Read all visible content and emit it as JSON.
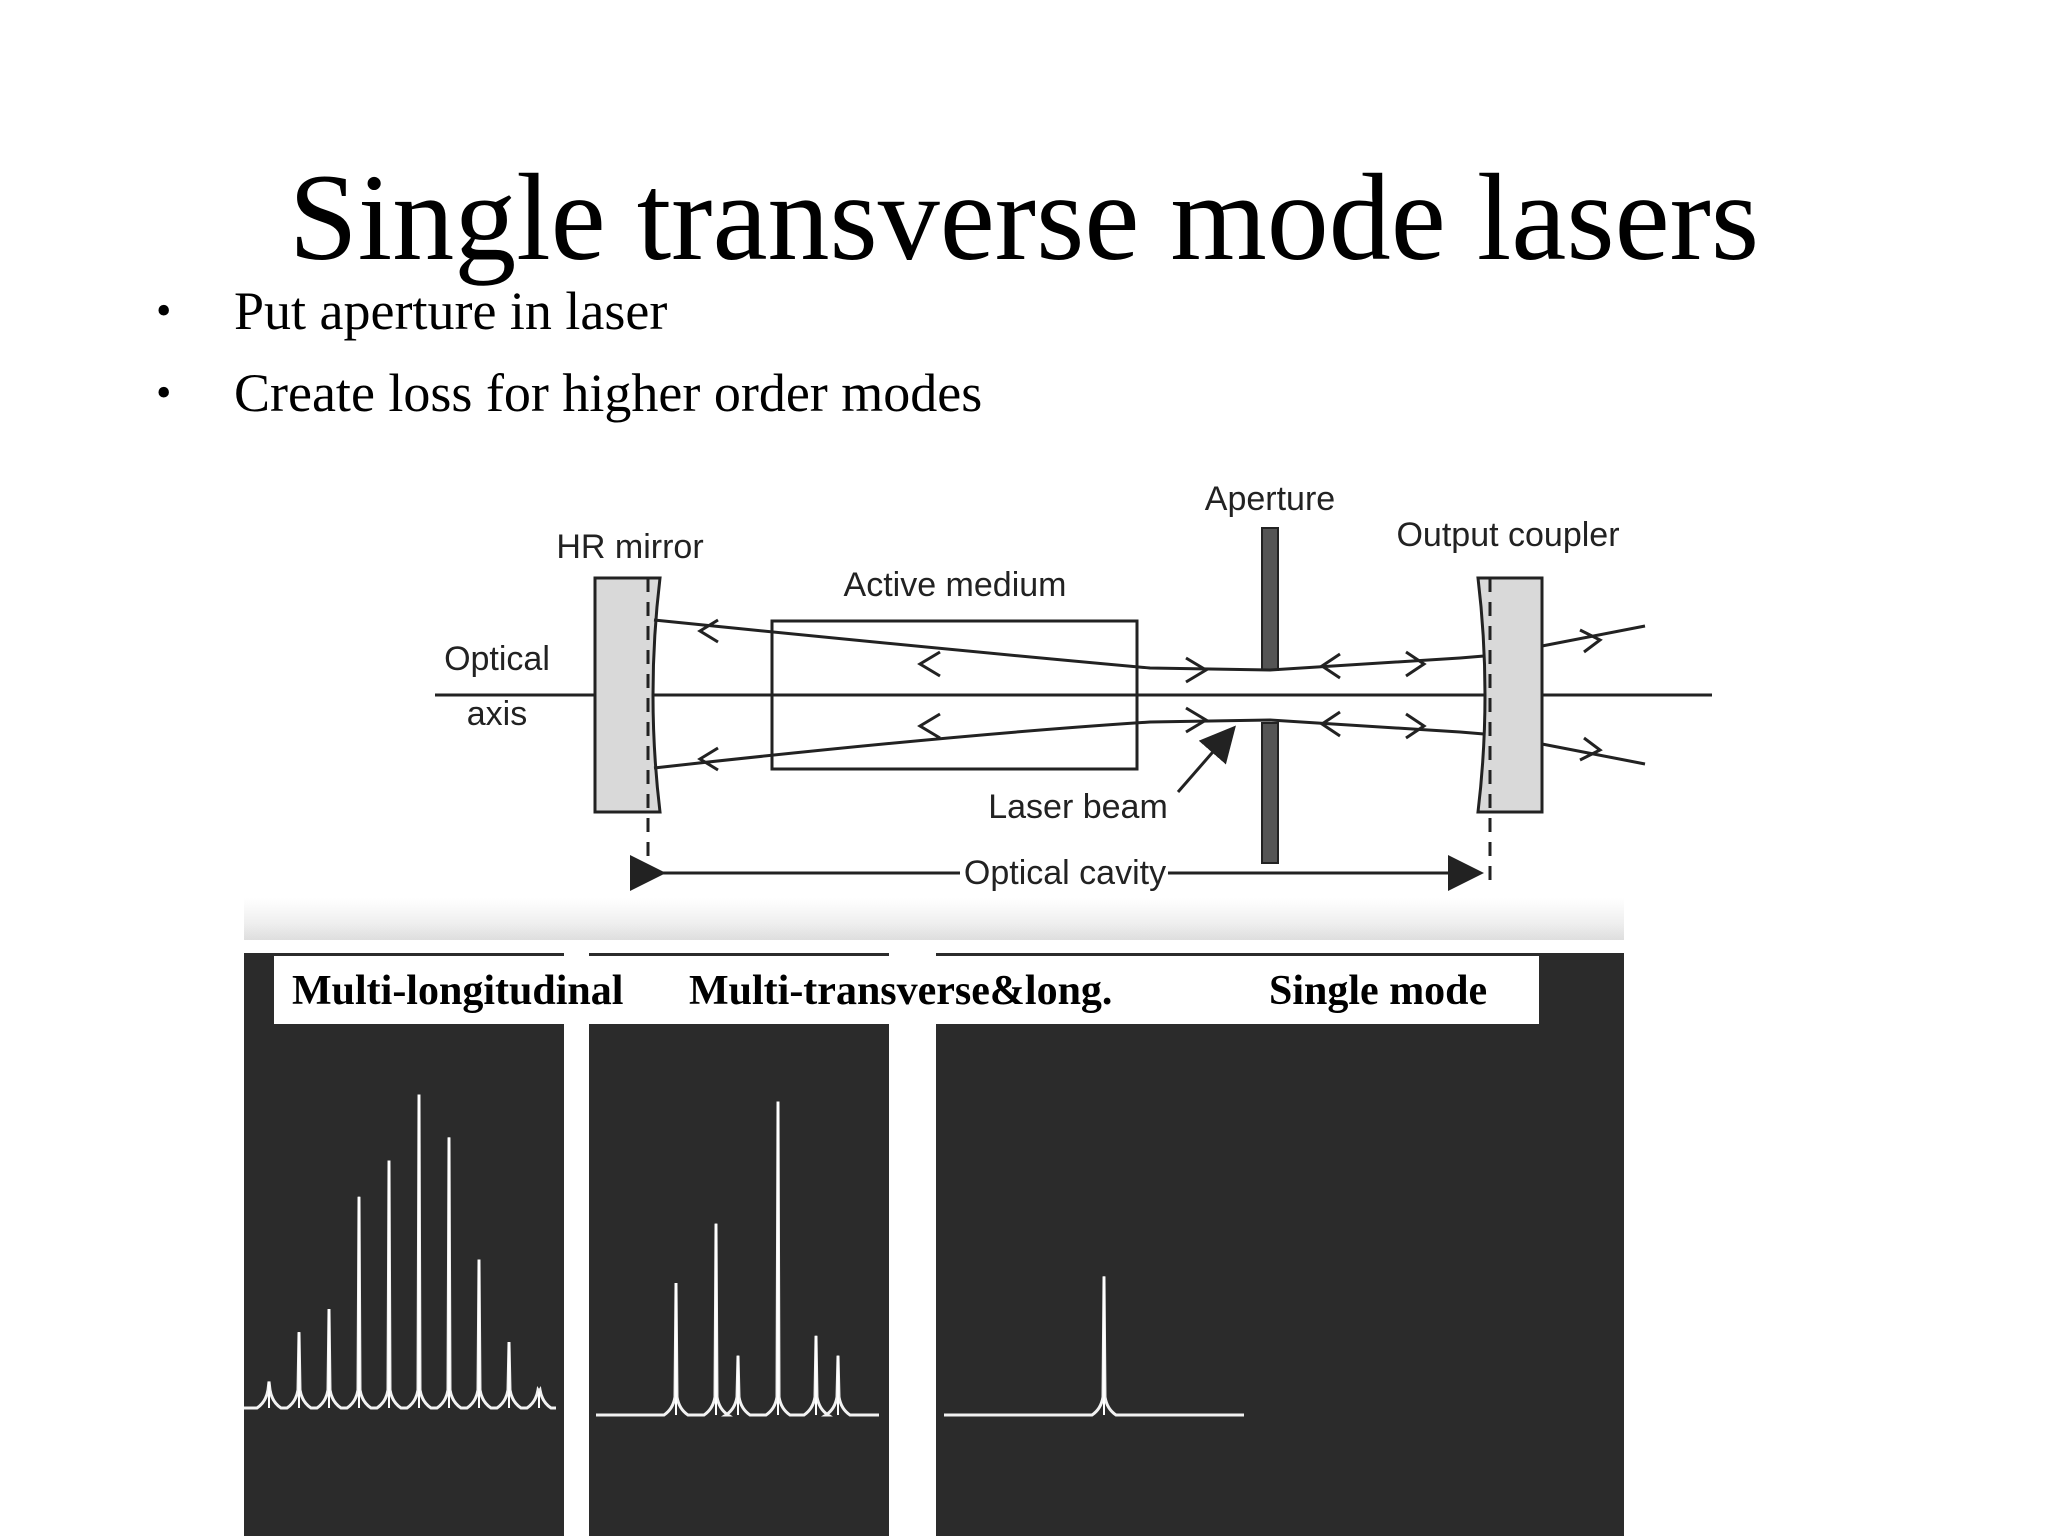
{
  "slide": {
    "title": "Single transverse mode lasers",
    "bullets": [
      "Put aperture in laser",
      "Create loss for higher order modes"
    ]
  },
  "diagram": {
    "labels": {
      "hr_mirror": "HR mirror",
      "active_medium": "Active medium",
      "aperture": "Aperture",
      "output_coupler": "Output coupler",
      "optical_axis_line1": "Optical",
      "optical_axis_line2": "axis",
      "laser_beam": "Laser beam",
      "optical_cavity": "Optical cavity"
    }
  },
  "spectra": {
    "panels": [
      {
        "label": "Multi-longitudinal",
        "peak_heights": [
          0.08,
          0.23,
          0.3,
          0.64,
          0.75,
          0.95,
          0.82,
          0.45,
          0.2,
          0.05
        ]
      },
      {
        "label": "Multi-transverse&long.",
        "peak_heights": [
          0.4,
          0.58,
          0.18,
          0.95,
          0.24,
          0.18
        ]
      },
      {
        "label": "Single mode",
        "peak_heights": [
          0.42
        ]
      }
    ]
  }
}
